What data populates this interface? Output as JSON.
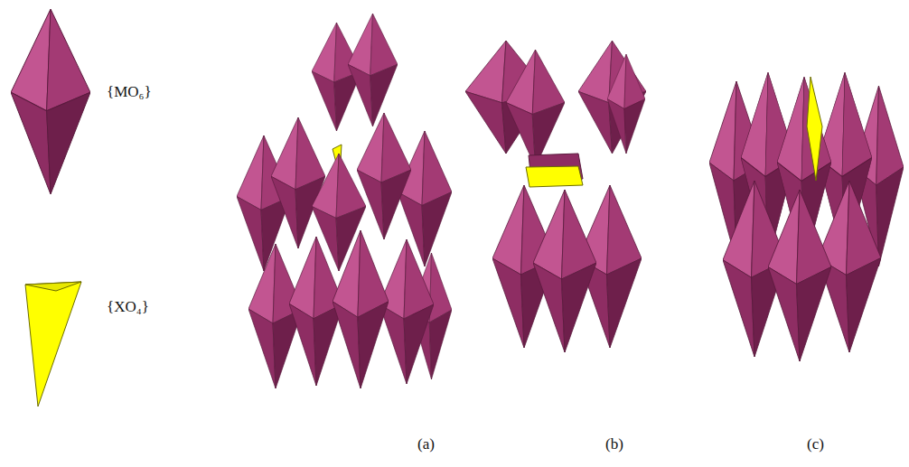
{
  "diagram": {
    "labels": [
      "(a)",
      "(b)",
      "(c)"
    ],
    "legend": [
      {
        "text": "{MO₆}"
      },
      {
        "text": "{XO₄}"
      }
    ]
  }
}
